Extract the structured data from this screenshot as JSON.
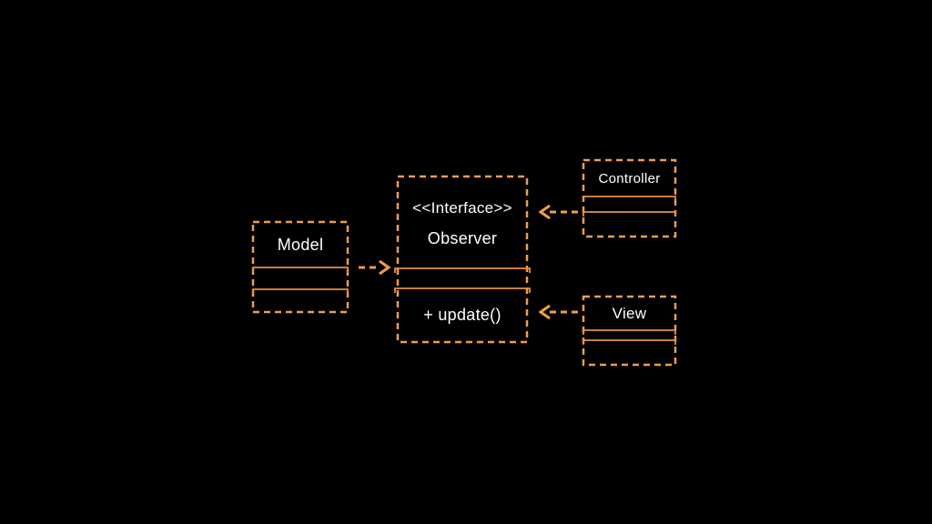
{
  "diagram": {
    "type": "uml-class-diagram",
    "pattern": "MVC with Observer interface",
    "colors": {
      "background": "#000000",
      "accent": "#f09c4f",
      "separator": "#e8913d",
      "text": "#ffffff"
    },
    "nodes": {
      "model": {
        "label": "Model"
      },
      "observer": {
        "stereotype": "<<Interface>>",
        "label": "Observer",
        "method": "+ update()"
      },
      "controller": {
        "label": "Controller"
      },
      "view": {
        "label": "View"
      }
    },
    "edges": [
      {
        "from": "Model",
        "to": "Observer",
        "style": "dashed-open-arrow",
        "direction": "right"
      },
      {
        "from": "Controller",
        "to": "Observer",
        "style": "dashed-open-arrow",
        "direction": "left"
      },
      {
        "from": "View",
        "to": "Observer",
        "style": "dashed-open-arrow",
        "direction": "left"
      }
    ]
  }
}
